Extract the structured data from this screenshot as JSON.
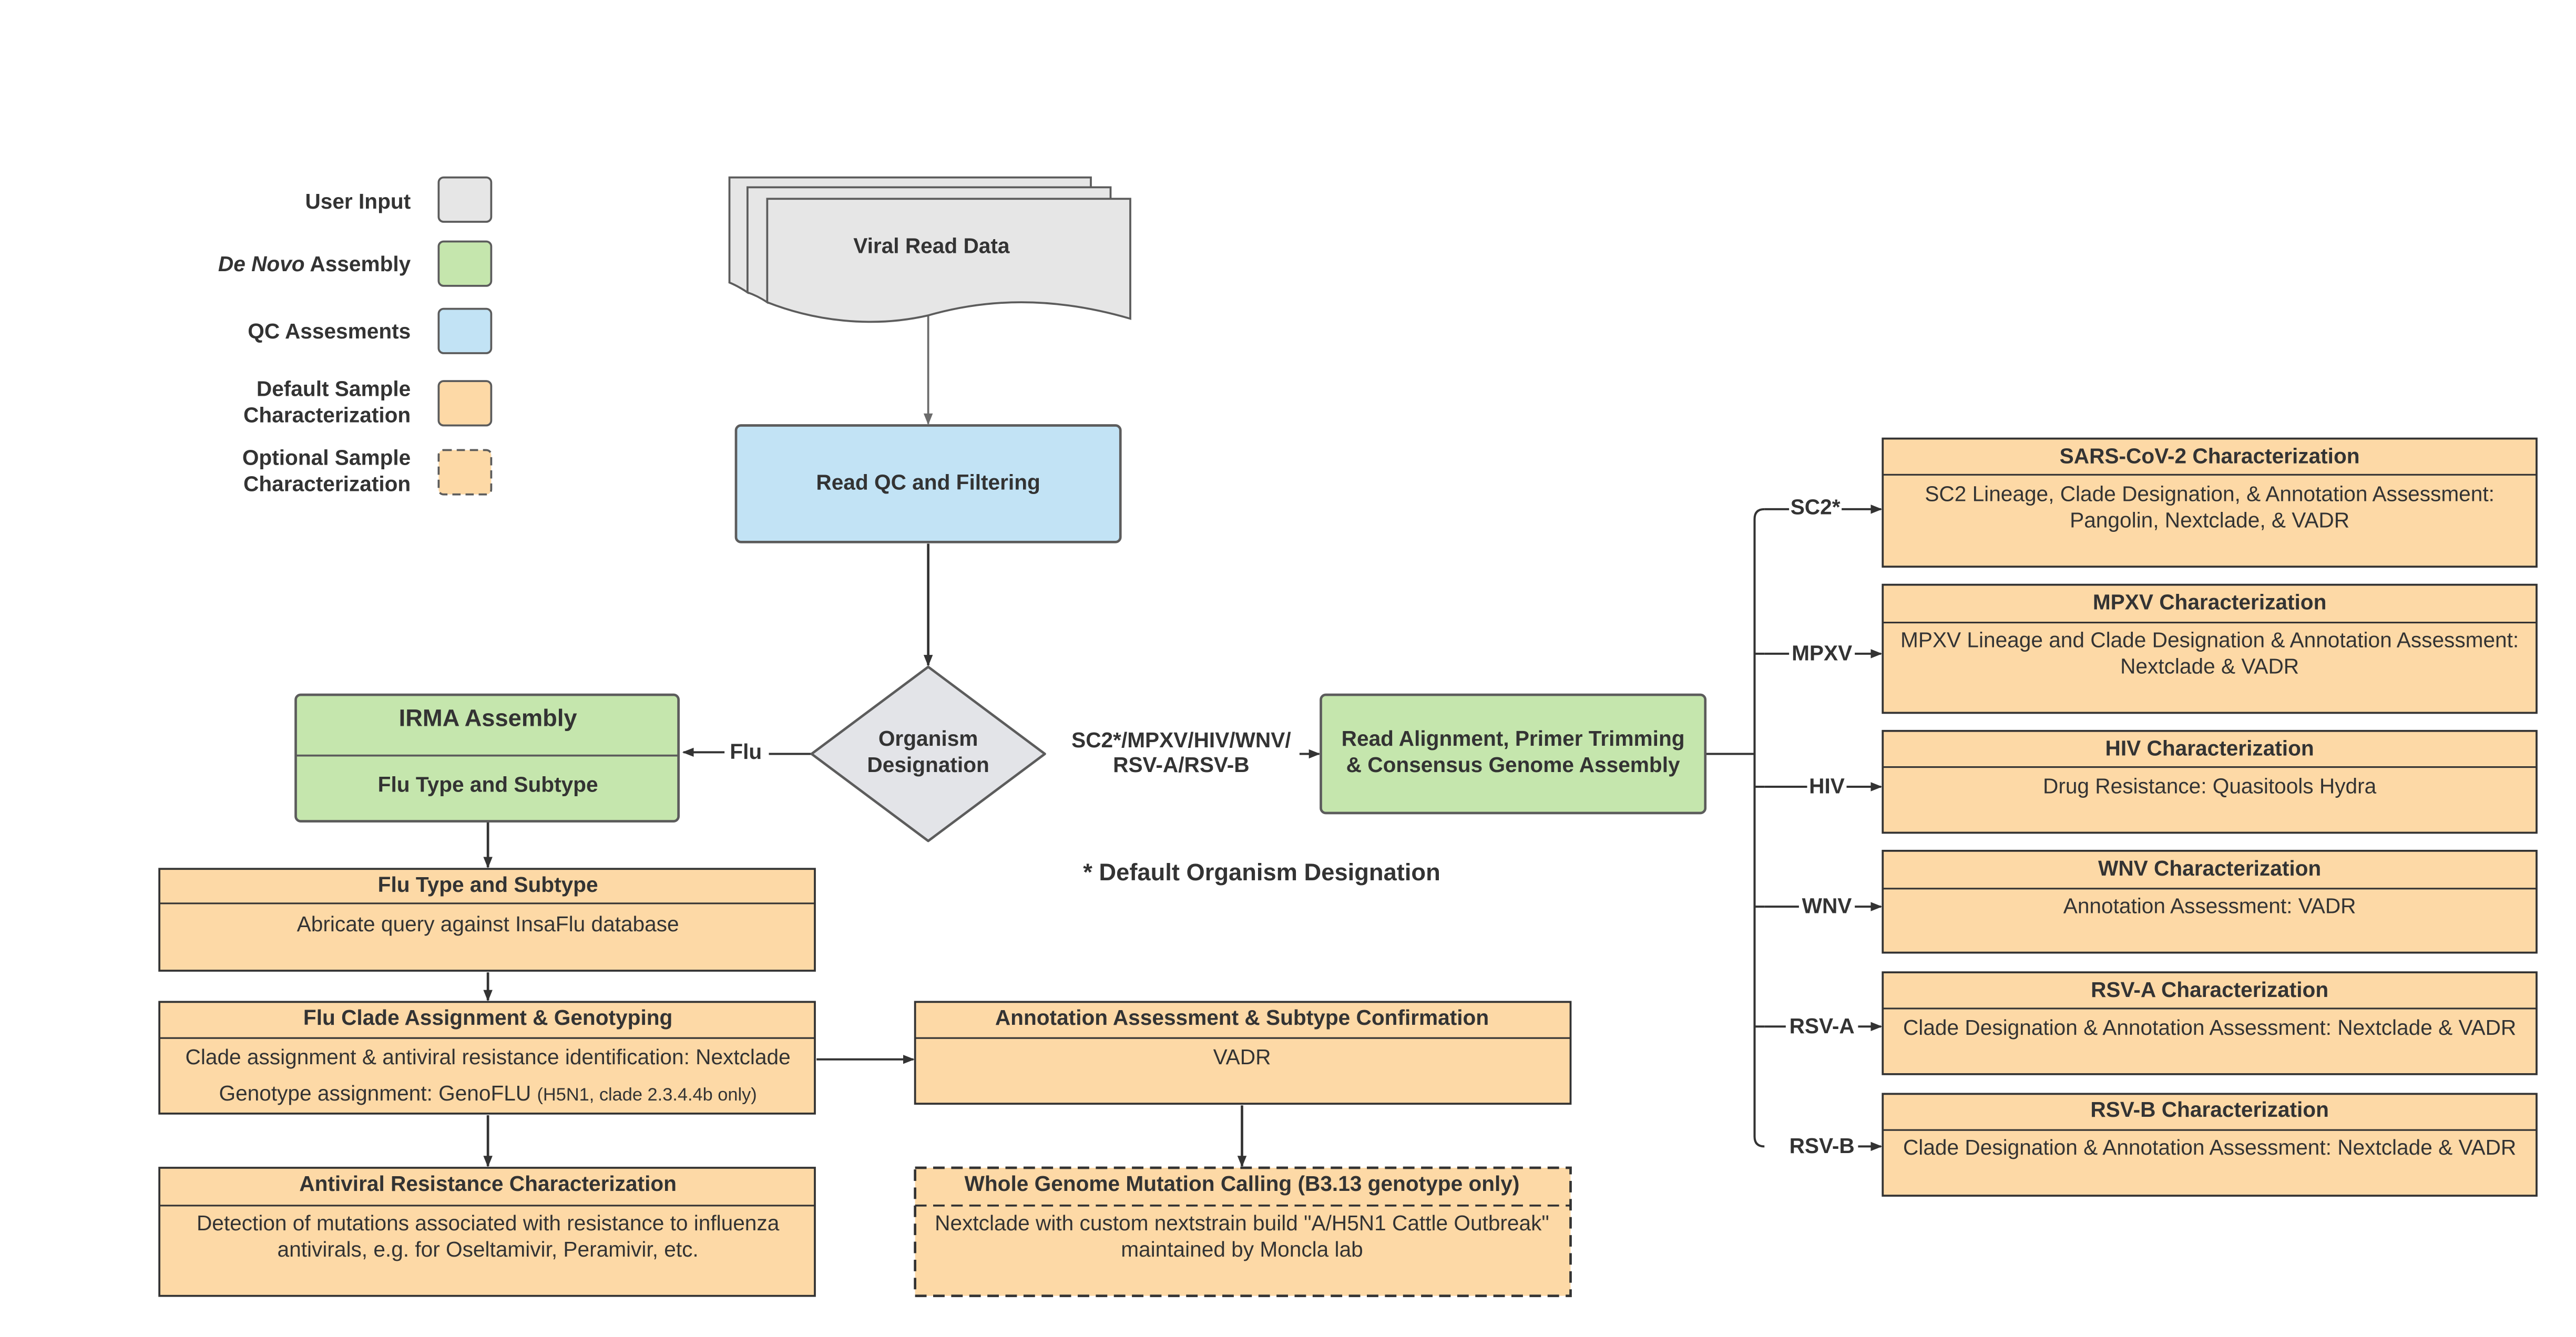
{
  "colors": {
    "user_input": "#e6e6e6",
    "de_novo": "#c5e6ad",
    "qc": "#c2e3f5",
    "characterization": "#fdd9a6",
    "diamond": "#e3e4e8",
    "stroke": "#5c5c5c",
    "text": "#333333"
  },
  "legend": {
    "user_input": "User Input",
    "de_novo_italic": "De Novo",
    "de_novo_rest": " Assembly",
    "qc": "QC Assesments",
    "default_line1": "Default Sample",
    "default_line2": "Characterization",
    "optional_line1": "Optional Sample",
    "optional_line2": "Characterization"
  },
  "nodes": {
    "viral_read_data": "Viral Read Data",
    "read_qc": "Read QC and Filtering",
    "organism_line1": "Organism",
    "organism_line2": "Designation",
    "irma_title": "IRMA Assembly",
    "irma_sub": "Flu Type and Subtype",
    "alignment_line1": "Read Alignment, Primer Trimming",
    "alignment_line2": "& Consensus Genome Assembly",
    "default_designation_note": "* Default Organism Designation"
  },
  "edge_labels": {
    "flu": "Flu",
    "others_line1": "SC2*/MPXV/HIV/WNV/",
    "others_line2": "RSV-A/RSV-B",
    "sc2": "SC2*",
    "mpxv": "MPXV",
    "hiv": "HIV",
    "wnv": "WNV",
    "rsva": "RSV-A",
    "rsvb": "RSV-B"
  },
  "flu_boxes": {
    "type_title": "Flu Type and Subtype",
    "type_body": "Abricate query against InsaFlu database",
    "clade_title": "Flu Clade Assignment & Genotyping",
    "clade_body1": "Clade assignment & antiviral resistance identification: Nextclade",
    "clade_body2": "Genotype assignment: GenoFLU ",
    "clade_body2_small": "(H5N1, clade 2.3.4.4b only)",
    "antiviral_title": "Antiviral Resistance Characterization",
    "antiviral_body1": "Detection of mutations associated with resistance to influenza",
    "antiviral_body2": "antivirals, e.g. for Oseltamivir, Peramivir, etc.",
    "annotation_title": "Annotation Assessment & Subtype Confirmation",
    "annotation_body": "VADR",
    "wgmc_title": "Whole Genome Mutation Calling (B3.13 genotype only)",
    "wgmc_body1": "Nextclade with custom nextstrain build \"A/H5N1 Cattle Outbreak\"",
    "wgmc_body2": "maintained by Moncla lab"
  },
  "characterization": {
    "sc2_title": "SARS-CoV-2 Characterization",
    "sc2_body1": "SC2 Lineage, Clade Designation, & Annotation Assessment:",
    "sc2_body2": "Pangolin, Nextclade, & VADR",
    "mpxv_title": "MPXV Characterization",
    "mpxv_body1": "MPXV Lineage and Clade Designation & Annotation Assessment:",
    "mpxv_body2": "Nextclade & VADR",
    "hiv_title": "HIV Characterization",
    "hiv_body": "Drug Resistance: Quasitools Hydra",
    "wnv_title": "WNV Characterization",
    "wnv_body": "Annotation Assessment: VADR",
    "rsva_title": "RSV-A Characterization",
    "rsva_body": "Clade Designation & Annotation Assessment: Nextclade & VADR",
    "rsvb_title": "RSV-B Characterization",
    "rsvb_body": "Clade Designation & Annotation Assessment: Nextclade & VADR"
  }
}
